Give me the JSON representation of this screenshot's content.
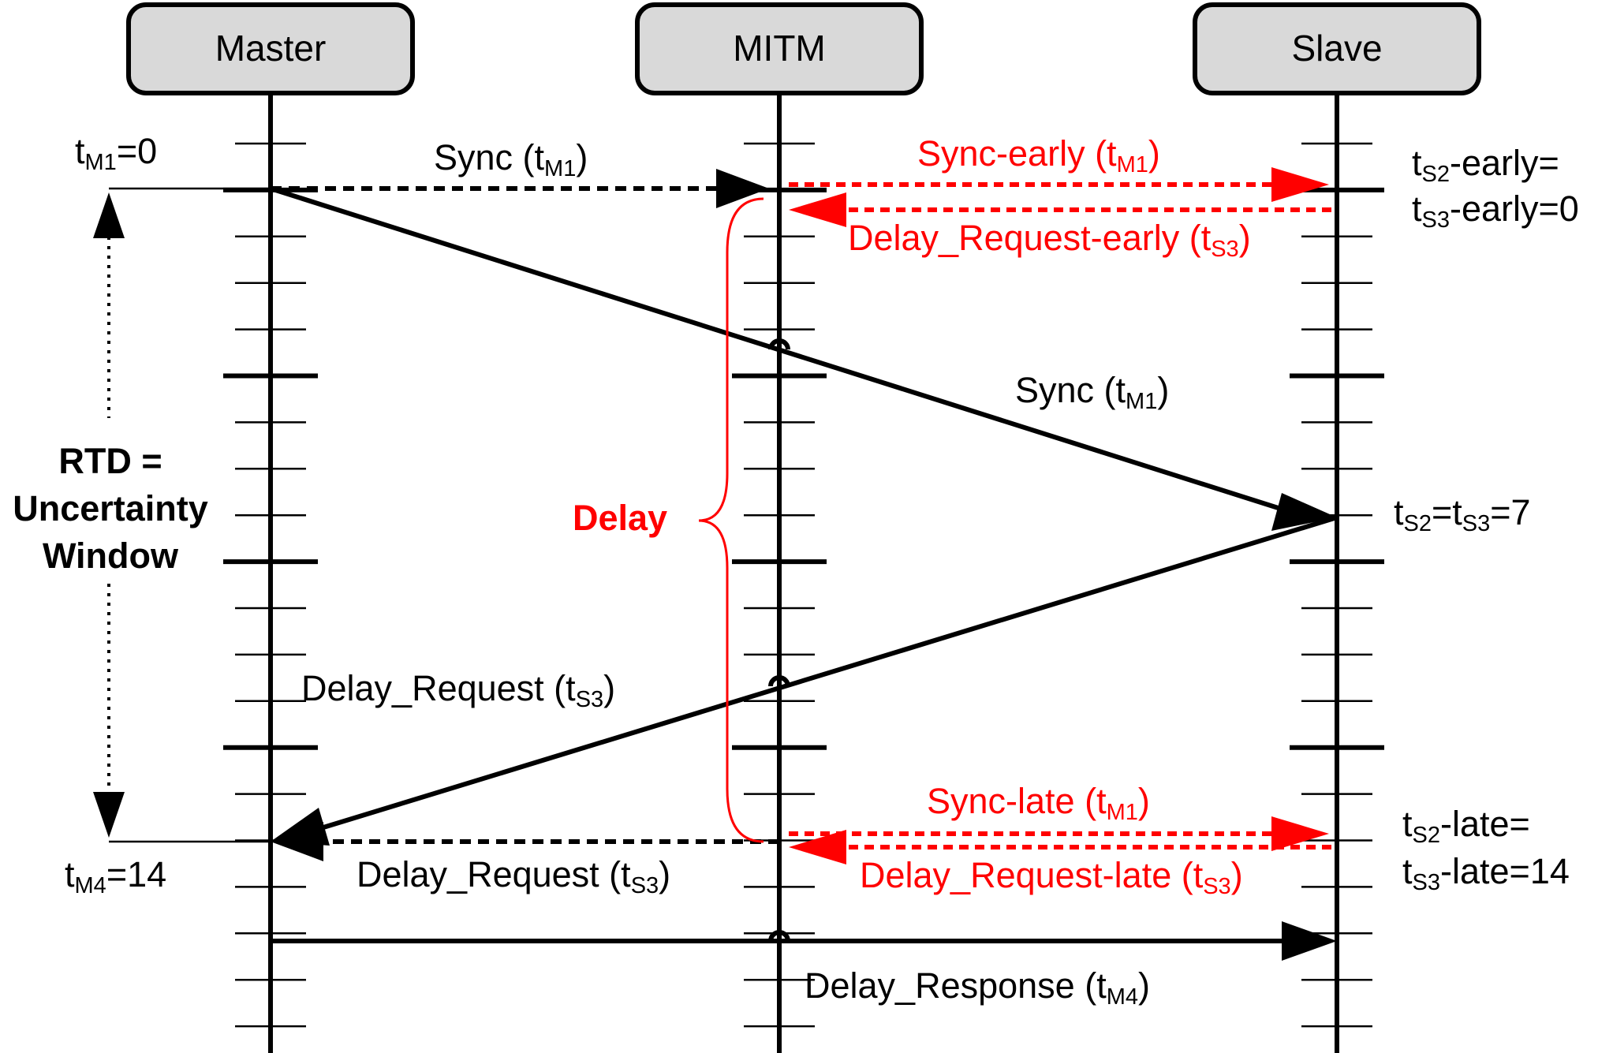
{
  "participants": {
    "master": "Master",
    "mitm": "MITM",
    "slave": "Slave"
  },
  "labels": {
    "t_m1": {
      "base": "t",
      "sub": "M1",
      "rest": "=0"
    },
    "t_m4": {
      "base": "t",
      "sub": "M4",
      "rest": "=14"
    },
    "sync_top": {
      "pre": "Sync (t",
      "sub": "M1",
      "post": ")"
    },
    "sync_mid": {
      "pre": "Sync (t",
      "sub": "M1",
      "post": ")"
    },
    "delay_request_mid": {
      "pre": "Delay_Request (t",
      "sub": "S3",
      "post": ")"
    },
    "delay_request_bottom": {
      "pre": "Delay_Request (t",
      "sub": "S3",
      "post": ")"
    },
    "delay_response": {
      "pre": "Delay_Response (t",
      "sub": "M4",
      "post": ")"
    },
    "sync_early": {
      "pre": "Sync-early (t",
      "sub": "M1",
      "post": ")"
    },
    "delay_request_early": {
      "pre": "Delay_Request-early (t",
      "sub": "S3",
      "post": ")"
    },
    "sync_late": {
      "pre": "Sync-late (t",
      "sub": "M1",
      "post": ")"
    },
    "delay_request_late": {
      "pre": "Delay_Request-late (t",
      "sub": "S3",
      "post": ")"
    },
    "ts_early_1": {
      "base": "t",
      "sub": "S2",
      "rest": "-early="
    },
    "ts_early_2": {
      "base": "t",
      "sub": "S3",
      "rest": "-early=0"
    },
    "ts_mid_a": {
      "base": "t",
      "sub": "S2",
      "rest": "=t"
    },
    "ts_mid_b": {
      "sub": "S3",
      "rest": "=7"
    },
    "ts_late_1": {
      "base": "t",
      "sub": "S2",
      "rest": "-late="
    },
    "ts_late_2": {
      "base": "t",
      "sub": "S3",
      "rest": "-late=14"
    },
    "rtd_line1": "RTD =",
    "rtd_line2": "Uncertainty",
    "rtd_line3": "Window",
    "delay": "Delay"
  },
  "colors": {
    "black": "#000000",
    "red": "#ff0000",
    "box_fill": "#d9d9d9"
  }
}
